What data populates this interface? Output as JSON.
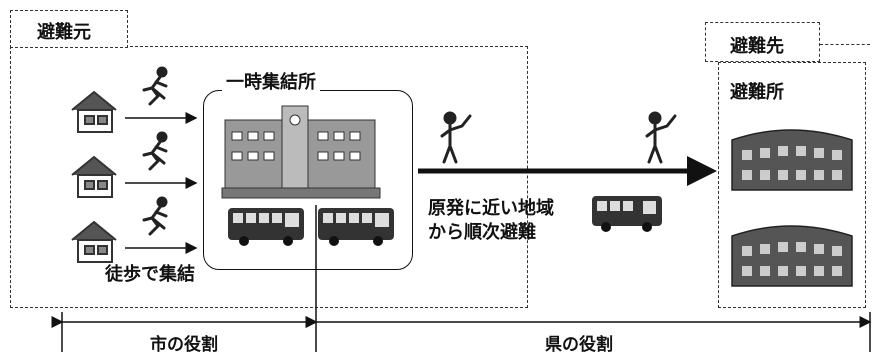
{
  "origin": {
    "title": "避難元"
  },
  "destination": {
    "title": "避難先",
    "facility_label": "避難所"
  },
  "assembly": {
    "label": "一時集結所"
  },
  "walk_label": "徒歩で集結",
  "evac_text": {
    "line1": "原発に近い地域",
    "line2": "から順次避難"
  },
  "roles": {
    "city": "市の役割",
    "prefecture": "県の役割"
  },
  "colors": {
    "line": "#111111",
    "house": "#444444",
    "building": "#555555"
  }
}
